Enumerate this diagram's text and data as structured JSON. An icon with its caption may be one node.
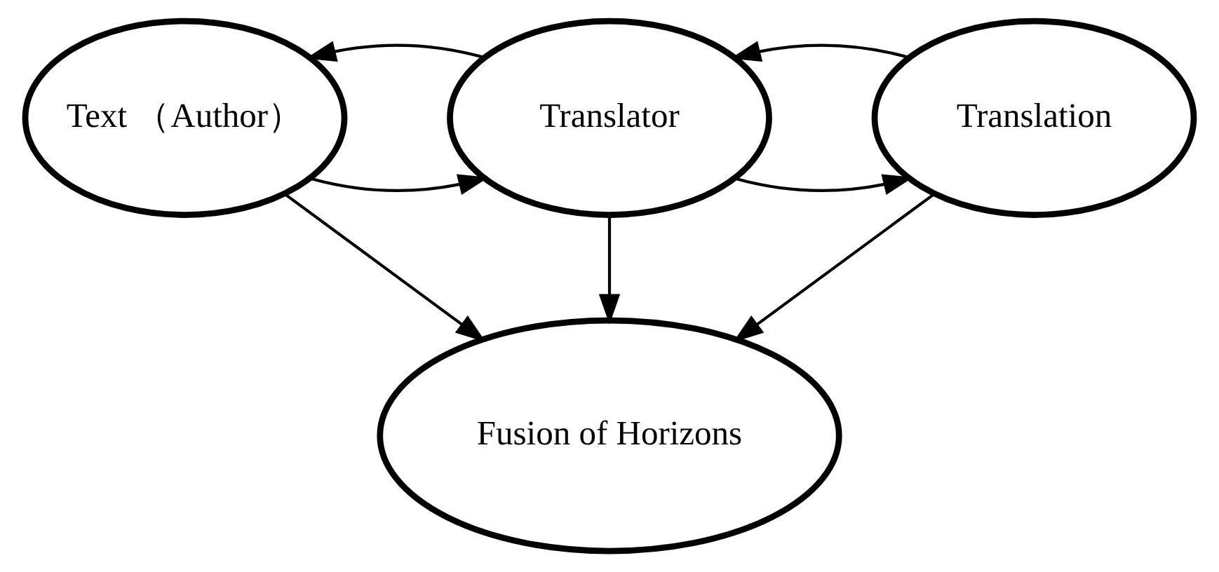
{
  "diagram": {
    "nodes": [
      {
        "text": [
          "Text （Author）"
        ]
      },
      {
        "text": [
          "Translator"
        ]
      },
      {
        "text": [
          "Translation"
        ]
      },
      {
        "text": [
          "Fusion of Horizons"
        ]
      }
    ],
    "edges": [
      {
        "from": 0,
        "to": 1,
        "arrow": "to"
      },
      {
        "from": 1,
        "to": 0,
        "arrow": "to"
      },
      {
        "from": 1,
        "to": 2,
        "arrow": "to"
      },
      {
        "from": 2,
        "to": 1,
        "arrow": "to"
      },
      {
        "from": 0,
        "to": 3,
        "arrow": "to"
      },
      {
        "from": 1,
        "to": 3,
        "arrow": "to"
      },
      {
        "from": 2,
        "to": 3,
        "arrow": "to"
      }
    ]
  }
}
